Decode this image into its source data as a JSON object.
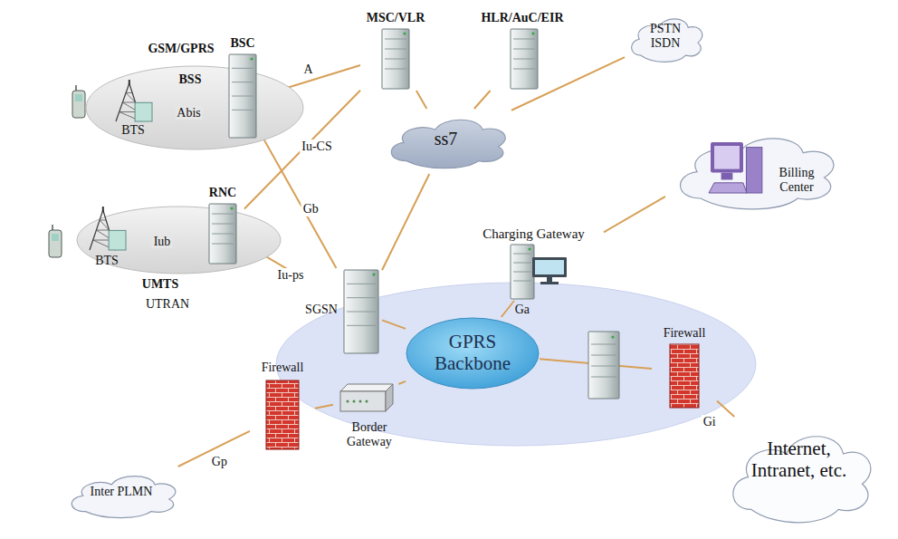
{
  "diagram": {
    "nodes": [
      {
        "text": [
          "GSM/GPRS",
          "BSS"
        ]
      },
      {
        "text": [
          "BTS"
        ],
        "in": 0
      },
      {
        "text": [
          "BSC"
        ],
        "in": 0
      },
      {
        "text": [
          "MSC/VLR"
        ]
      },
      {
        "text": [
          "HLR/AuC/EIR"
        ]
      },
      {
        "text": [
          "PSTN ISDN"
        ]
      },
      {
        "text": [
          "ss7"
        ]
      },
      {
        "text": [
          "Billing Center"
        ]
      },
      {
        "text": [
          "UMTS",
          "UTRAN"
        ]
      },
      {
        "text": [
          "BTS"
        ],
        "in": 8
      },
      {
        "text": [
          "RNC"
        ],
        "in": 8
      },
      {
        "text": [
          "Charging Gateway"
        ]
      },
      {
        "text": [
          "SGSN"
        ]
      },
      {
        "text": [
          "GPRS Backbone"
        ]
      },
      {
        "text": [
          "Firewall"
        ]
      },
      {
        "text": [
          "Border Gateway"
        ]
      },
      {
        "text": [
          "Firewall"
        ]
      },
      {
        "text": [
          "Internet, Intranet, etc."
        ]
      },
      {
        "text": [
          "Inter PLMN"
        ]
      }
    ],
    "edges": [
      {
        "from": 1,
        "to": 2,
        "label": "Abis",
        "arrow": "none"
      },
      {
        "from": 2,
        "to": 3,
        "label": "A",
        "arrow": "none"
      },
      {
        "from": 10,
        "to": 3,
        "label": "Iu-CS",
        "arrow": "none"
      },
      {
        "from": 2,
        "to": 12,
        "label": "Gb",
        "arrow": "none"
      },
      {
        "from": 9,
        "to": 10,
        "label": "Iub",
        "arrow": "none"
      },
      {
        "from": 10,
        "to": 12,
        "label": "Iu-ps",
        "arrow": "none"
      },
      {
        "from": 3,
        "to": 6,
        "arrow": "none"
      },
      {
        "from": 4,
        "to": 6,
        "arrow": "none"
      },
      {
        "from": 6,
        "to": 5,
        "arrow": "none"
      },
      {
        "from": 6,
        "to": 12,
        "arrow": "none"
      },
      {
        "from": 7,
        "to": 11,
        "arrow": "none"
      },
      {
        "from": 11,
        "to": 13,
        "label": "Ga",
        "arrow": "none"
      },
      {
        "from": 12,
        "to": 13,
        "arrow": "none"
      },
      {
        "from": 13,
        "to": 15,
        "arrow": "none"
      },
      {
        "from": 15,
        "to": 14,
        "arrow": "none"
      },
      {
        "from": 14,
        "to": 18,
        "label": "Gp",
        "arrow": "none"
      },
      {
        "from": 13,
        "to": 16,
        "arrow": "none"
      },
      {
        "from": 16,
        "to": 17,
        "label": "Gi",
        "arrow": "none"
      }
    ]
  }
}
